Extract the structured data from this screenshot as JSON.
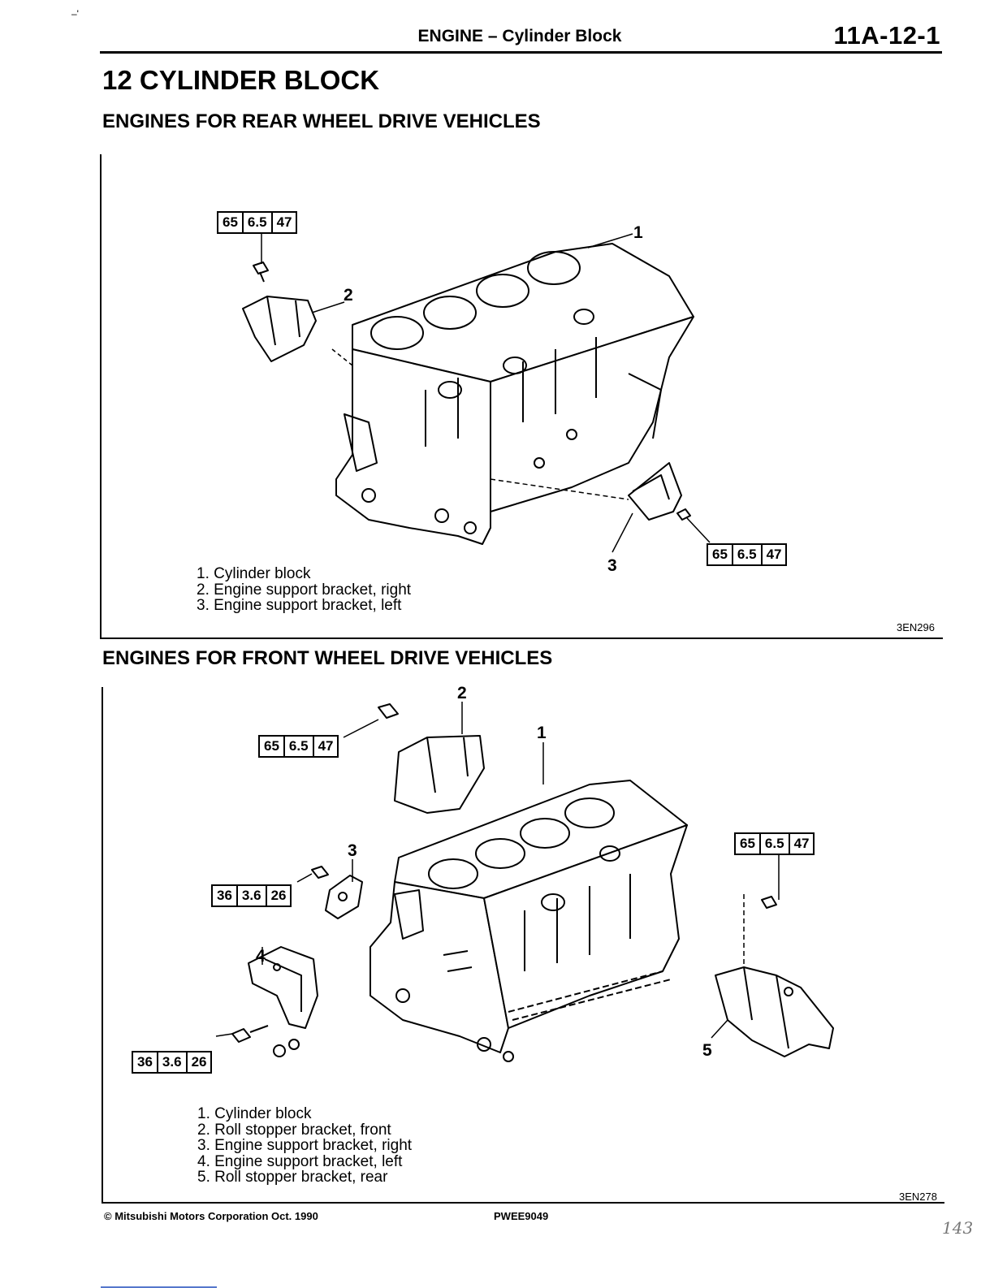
{
  "header": {
    "section": "ENGINE – Cylinder Block",
    "page_number": "11A-12-1",
    "corner_mark": "–'"
  },
  "chapter_title": "12  CYLINDER BLOCK",
  "rear": {
    "heading": "ENGINES FOR REAR WHEEL DRIVE VEHICLES",
    "torque_top": [
      "65",
      "6.5",
      "47"
    ],
    "torque_bottom": [
      "65",
      "6.5",
      "47"
    ],
    "callouts": [
      "1",
      "2",
      "3"
    ],
    "legend": [
      "1. Cylinder block",
      "2. Engine support bracket, right",
      "3. Engine support bracket, left"
    ],
    "figure_code": "3EN296"
  },
  "front": {
    "heading": "ENGINES FOR FRONT WHEEL DRIVE VEHICLES",
    "torque_bracket2": [
      "65",
      "6.5",
      "47"
    ],
    "torque_bracket3": [
      "36",
      "3.6",
      "26"
    ],
    "torque_bracket4": [
      "36",
      "3.6",
      "26"
    ],
    "torque_bracket5": [
      "65",
      "6.5",
      "47"
    ],
    "callouts": [
      "1",
      "2",
      "3",
      "4",
      "5"
    ],
    "legend": [
      "1. Cylinder block",
      "2. Roll stopper bracket, front",
      "3. Engine support bracket, right",
      "4. Engine support bracket, left",
      "5. Roll stopper bracket, rear"
    ],
    "figure_code": "3EN278"
  },
  "footer": {
    "copyright": "© Mitsubishi Motors Corporation  Oct. 1990",
    "code": "PWEE9049",
    "handwritten": "143"
  }
}
